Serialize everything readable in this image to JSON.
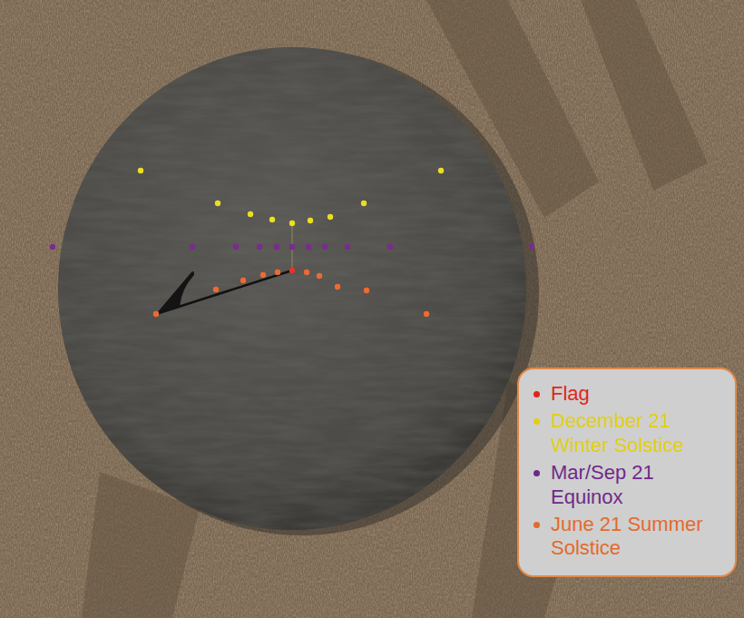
{
  "diagram": {
    "legend": [
      {
        "text": "Flag",
        "color": "#e0261b"
      },
      {
        "text": "December 21 Winter Solstice",
        "color": "#e2cf12"
      },
      {
        "text": "Mar/Sep 21 Equinox",
        "color": "#6e2a8a"
      },
      {
        "text": "June 21 Summer Solstice",
        "color": "#e36a2c"
      }
    ]
  }
}
